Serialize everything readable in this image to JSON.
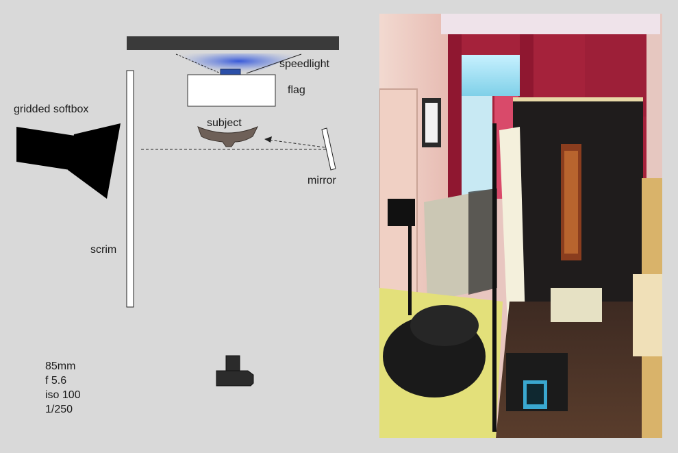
{
  "diagram": {
    "labels": {
      "speedlight": "speedlight",
      "flag": "flag",
      "gridded_softbox": "gridded softbox",
      "subject": "subject",
      "mirror": "mirror",
      "scrim": "scrim"
    },
    "camera_settings": [
      "85mm",
      "f 5.6",
      "iso 100",
      "1/250"
    ]
  },
  "colors": {
    "background": "#d9d9d9",
    "backdrop_bar": "#3a3a3a",
    "speedlight_glow": "#3b5fd6",
    "subject": "#6e6058",
    "softbox": "#000000"
  },
  "photo": {
    "description_icon": "studio-setup-photo"
  }
}
